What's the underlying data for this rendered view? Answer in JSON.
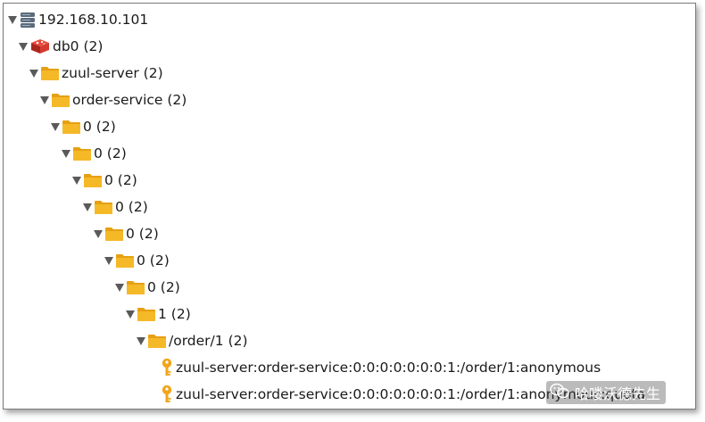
{
  "colors": {
    "folder": "#f5b928",
    "folder_dark": "#e6a013",
    "key": "#f2a51a",
    "server": "#5a6b7b",
    "redis": "#d63a2f",
    "triangle": "#5a5a5a"
  },
  "tree": [
    {
      "label": "192.168.10.101",
      "icon": "server-icon",
      "expanded": true
    },
    {
      "label": "db0  (2)",
      "icon": "redis-db-icon",
      "expanded": true
    },
    {
      "label": "zuul-server (2)",
      "icon": "folder-icon",
      "expanded": true
    },
    {
      "label": "order-service (2)",
      "icon": "folder-icon",
      "expanded": true
    },
    {
      "label": "0 (2)",
      "icon": "folder-icon",
      "expanded": true
    },
    {
      "label": "0 (2)",
      "icon": "folder-icon",
      "expanded": true
    },
    {
      "label": "0 (2)",
      "icon": "folder-icon",
      "expanded": true
    },
    {
      "label": "0 (2)",
      "icon": "folder-icon",
      "expanded": true
    },
    {
      "label": "0 (2)",
      "icon": "folder-icon",
      "expanded": true
    },
    {
      "label": "0 (2)",
      "icon": "folder-icon",
      "expanded": true
    },
    {
      "label": "0 (2)",
      "icon": "folder-icon",
      "expanded": true
    },
    {
      "label": "1 (2)",
      "icon": "folder-icon",
      "expanded": true
    },
    {
      "label": "/order/1 (2)",
      "icon": "folder-icon",
      "expanded": true
    },
    {
      "label": "zuul-server:order-service:0:0:0:0:0:0:0:1:/order/1:anonymous",
      "icon": "key-icon",
      "expanded": false
    },
    {
      "label": "zuul-server:order-service:0:0:0:0:0:0:0:1:/order/1:anonymous:quota",
      "icon": "key-icon",
      "expanded": false
    }
  ],
  "watermark": {
    "text": "哈喽沃德先生",
    "icon": "wechat-icon"
  }
}
